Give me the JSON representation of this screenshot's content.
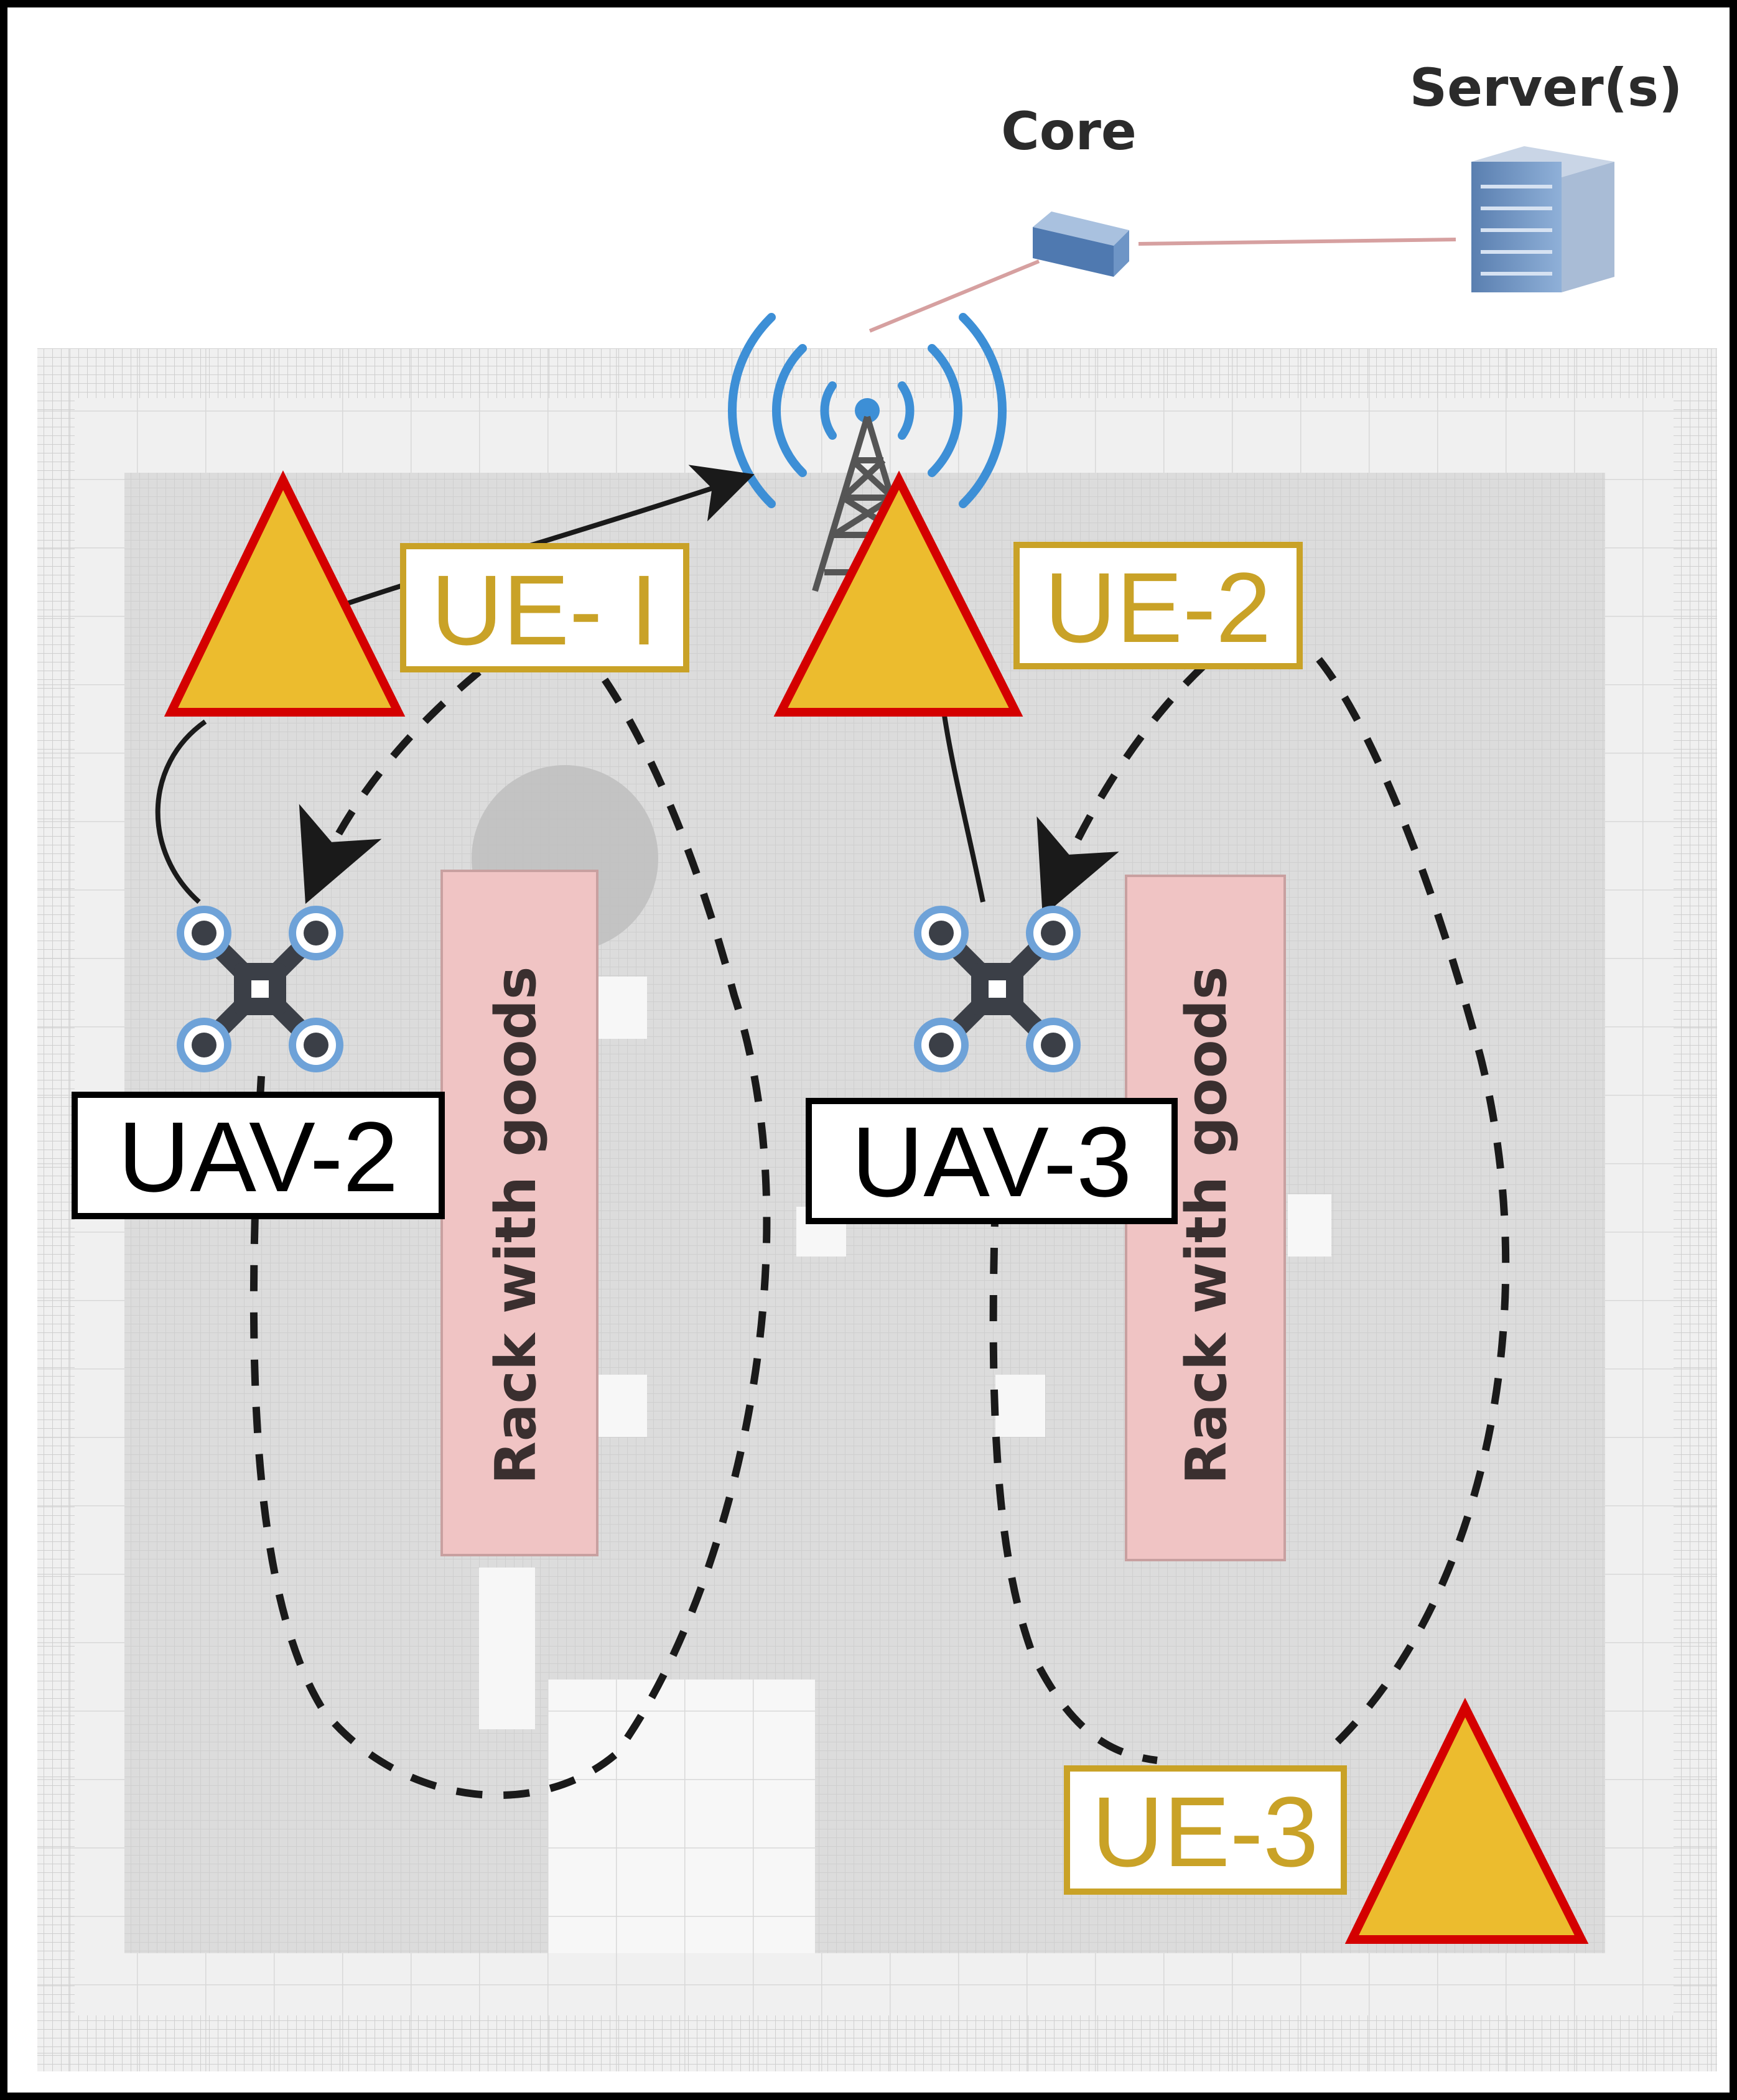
{
  "network": {
    "core_label": "Core",
    "server_label": "Server(s)"
  },
  "devices": {
    "ue1_label": "UE- I",
    "ue2_label": "UE-2",
    "ue3_label": "UE-3",
    "uav2_label": "UAV-2",
    "uav3_label": "UAV-3"
  },
  "racks": {
    "rack1_label": "Rack with goods",
    "rack2_label": "Rack with goods"
  },
  "colors": {
    "ue_fill": "#ecbc2e",
    "ue_stroke": "#d40000",
    "ue_text": "#c9a227",
    "rack_fill": "#f0c4c4",
    "link": "#d6a0a0",
    "signal": "#3d8fd6",
    "uav_body": "#3b3f47"
  }
}
